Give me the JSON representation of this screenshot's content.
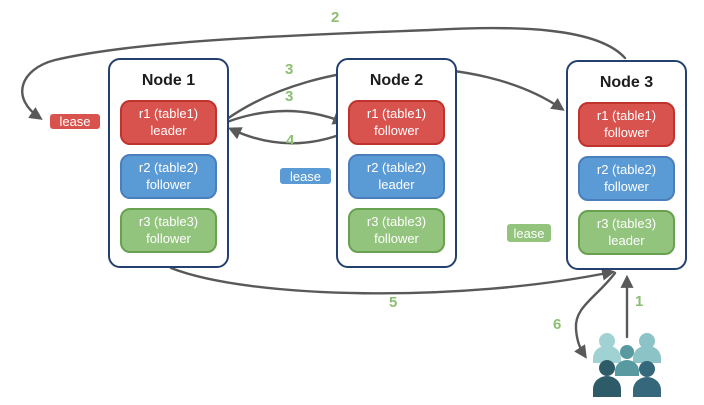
{
  "diagram": {
    "nodes": [
      {
        "title": "Node 1",
        "replicas": [
          {
            "name": "r1 (table1)",
            "role": "leader",
            "color": "red"
          },
          {
            "name": "r2 (table2)",
            "role": "follower",
            "color": "blue"
          },
          {
            "name": "r3 (table3)",
            "role": "follower",
            "color": "green"
          }
        ]
      },
      {
        "title": "Node 2",
        "replicas": [
          {
            "name": "r1 (table1)",
            "role": "follower",
            "color": "red"
          },
          {
            "name": "r2 (table2)",
            "role": "leader",
            "color": "blue"
          },
          {
            "name": "r3 (table3)",
            "role": "follower",
            "color": "green"
          }
        ]
      },
      {
        "title": "Node 3",
        "replicas": [
          {
            "name": "r1 (table1)",
            "role": "follower",
            "color": "red"
          },
          {
            "name": "r2 (table2)",
            "role": "follower",
            "color": "blue"
          },
          {
            "name": "r3 (table3)",
            "role": "leader",
            "color": "green"
          }
        ]
      }
    ],
    "leases": [
      {
        "label": "lease",
        "color": "red"
      },
      {
        "label": "lease",
        "color": "blue"
      },
      {
        "label": "lease",
        "color": "green"
      }
    ],
    "steps": {
      "1": "1",
      "2": "2",
      "3a": "3",
      "3b": "3",
      "4": "4",
      "5": "5",
      "6": "6"
    },
    "icons": {
      "users_group": "users-group-icon"
    },
    "colors": {
      "replica_red": "#d9534e",
      "replica_red_border": "#c0332d",
      "replica_blue": "#5b9bd5",
      "replica_blue_border": "#4a7ebc",
      "replica_green": "#93c47d",
      "replica_green_border": "#68a150",
      "node_border": "#24406e",
      "arrow": "#595959",
      "step_label": "#8cbf72",
      "users_light_teal": "#a0d2d3",
      "users_teal": "#8cc3c7",
      "users_mid_teal": "#599aa1",
      "users_dark_slate": "#2e5b68",
      "users_slate": "#34687a"
    }
  }
}
